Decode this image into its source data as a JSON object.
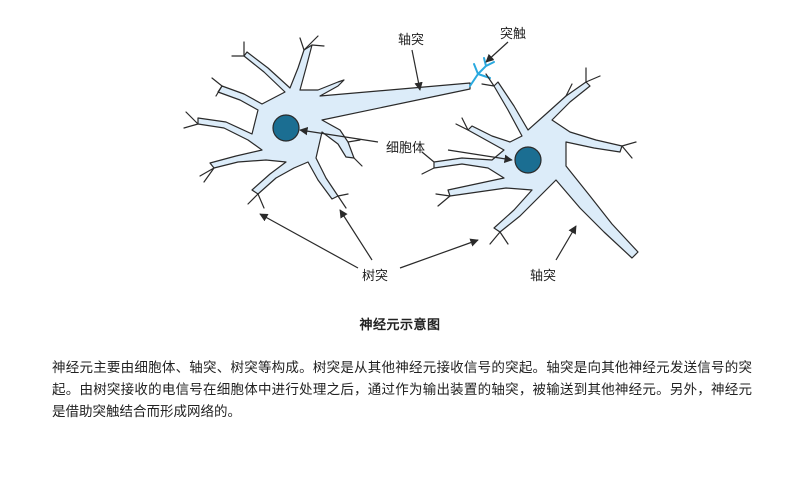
{
  "diagram": {
    "labels": {
      "axon_top": "轴突",
      "synapse": "突触",
      "cell_body": "细胞体",
      "dendrite": "树突",
      "axon_bottom": "轴突"
    },
    "colors": {
      "cell_fill": "#dcecf9",
      "outline": "#2a2a2a",
      "nucleus": "#1b6e92",
      "synapse": "#2aa9df"
    }
  },
  "caption": "神经元示意图",
  "description": "神经元主要由细胞体、轴突、树突等构成。树突是从其他神经元接收信号的突起。轴突是向其他神经元发送信号的突起。由树突接收的电信号在细胞体中进行处理之后，通过作为输出装置的轴突，被输送到其他神经元。另外，神经元是借助突触结合而形成网络的。"
}
